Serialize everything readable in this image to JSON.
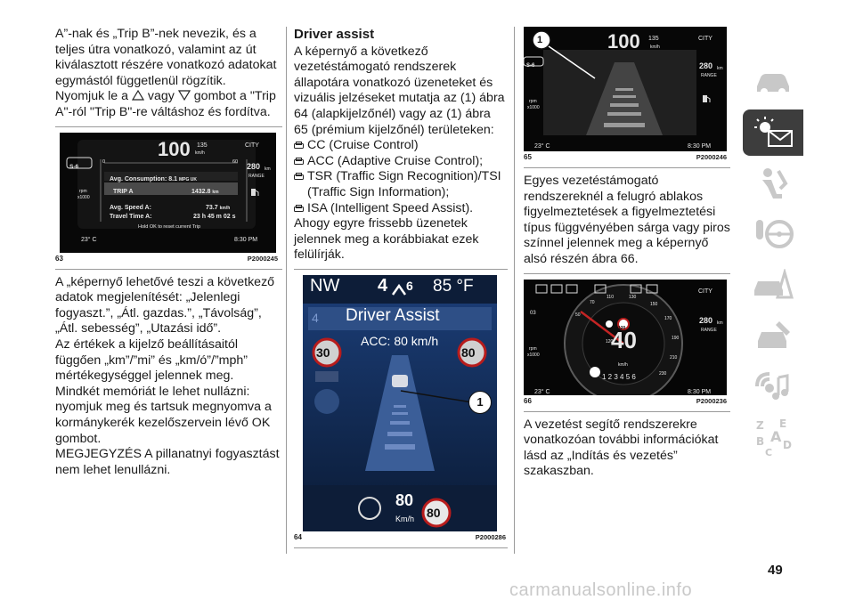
{
  "col1": {
    "para1": "A”-nak és „Trip B”-nek nevezik, és a teljes útra vonatkozó, valamint az út kiválasztott részére vonatkozó adatokat egymástól függetlenül rögzítik.",
    "para2_a": "Nyomjuk le a",
    "para2_b": "vagy",
    "para2_c": "gombot a \"Trip A\"-ról \"Trip B\"-re váltáshoz és fordítva.",
    "para3": "A „képernyő lehetővé teszi a következő adatok megjelenítését: „Jelenlegi fogyaszt.”, „Átl. gazdas.”, „Távolság”, „Átl. sebesség”, „Utazási idő”.",
    "para4": "Az értékek a kijelző beállításaitól függően „km”/”mi” és „km/ó”/”mph” mértékegységgel jelennek meg.",
    "para5": "Mindkét memóriát le lehet nullázni: nyomjuk meg és tartsuk megnyomva a kormánykerék kezelőszervein lévő OK gombot.",
    "para6": "MEGJEGYZÉS A pillanatnyi fogyasztást nem lehet lenullázni."
  },
  "fig63": {
    "num": "63",
    "code": "P2000245",
    "speed_limit": "135",
    "speed_unit_small": "km/h",
    "big_speed": "100",
    "city": "CITY",
    "gear_indicator": "S-6",
    "range_value": "280",
    "range_unit": "km",
    "range_label": "RANGE",
    "scale_min": "0",
    "scale_max": "60",
    "avg_consumption_label": "Avg. Consumption:",
    "avg_consumption_value": "8.1",
    "avg_consumption_unit": "MPG UK",
    "trip_label": "TRIP A",
    "trip_value": "1432.8",
    "trip_unit": "km",
    "avg_speed_label": "Avg. Speed A:",
    "avg_speed_value": "73.7",
    "avg_speed_unit": "km/h",
    "travel_time_label": "Travel Time A:",
    "travel_time_value": "23 h 45 m 02 s",
    "hold_text": "Hold OK to reset current Trip",
    "rpm_label": "rpm",
    "rpm_unit": "x1000",
    "temp": "23° C",
    "clock": "8:30 PM"
  },
  "col2": {
    "heading": "Driver assist",
    "para1": "A képernyő a következő vezetéstámogató rendszerek állapotára vonatkozó üzeneteket és vizuális jelzéseket mutatja az (1) ábra 64 (alapkijelzőnél) vagy az (1) ábra 65 (prémium kijelzőnél) területeken:",
    "bullets": [
      "CC (Cruise Control)",
      "ACC (Adaptive Cruise Control);",
      "TSR (Traffic Sign Recognition)/TSI (Traffic Sign Information);",
      "ISA (Intelligent Speed Assist)."
    ],
    "para2": "Ahogy egyre frissebb üzenetek jelennek meg a korábbiakat ezek felülírják."
  },
  "fig64": {
    "num": "64",
    "code": "P2000286",
    "heading_dir": "NW",
    "gear_number": "4",
    "gear_next": "6",
    "temperature": "85 °F",
    "gear_small": "4",
    "title": "Driver Assist",
    "acc_text": "ACC: 80 km/h",
    "limit_left": "30",
    "limit_right": "80",
    "bottom_speed": "80",
    "bottom_unit": "Km/h",
    "bottom_sign": "80",
    "callout": "1"
  },
  "fig65": {
    "num": "65",
    "code": "P2000246",
    "callout": "1",
    "speed_limit": "135",
    "speed_unit_small": "km/h",
    "big_speed": "100",
    "city": "CITY",
    "gear_indicator": "S-6",
    "range_value": "280",
    "range_unit": "km",
    "range_label": "RANGE",
    "rpm_label": "rpm",
    "rpm_unit": "x1000",
    "temp": "23° C",
    "clock": "8:30 PM"
  },
  "col3": {
    "para1": "Egyes vezetéstámogató rendszereknél a felugró ablakos figyelmeztetések a figyelmeztetési típus függvényében sárga vagy piros színnel jelennek meg a képernyő alsó részén ábra 66.",
    "para2": "A vezetést segítő rendszerekre vonatkozóan további információkat lásd az „Indítás és vezetés” szakaszban."
  },
  "fig66": {
    "num": "66",
    "code": "P2000236",
    "big_speed": "40",
    "speed_unit": "km/h",
    "city": "CITY",
    "sign_value": "120",
    "small_value": "120",
    "range_value": "280",
    "range_unit": "km",
    "range_label": "RANGE",
    "gear_left": "03",
    "rpm_label": "rpm",
    "rpm_unit": "x1000",
    "temp": "23° C",
    "clock": "8:30 PM",
    "gears": "1 2 3 4 5 6",
    "ticks": [
      "50",
      "70",
      "110",
      "130",
      "150",
      "170",
      "190",
      "210",
      "230"
    ]
  },
  "page": {
    "number": "49",
    "watermark": "carmanualsonline.info"
  },
  "colors": {
    "active_tab": "#3d3d3d",
    "screen_bg": "#0a0a0a",
    "accent_blue": "#3a56c9"
  },
  "icons": [
    "car-icon",
    "warning-light-mail-icon",
    "seat-airbag-icon",
    "steering-wheel-icon",
    "breakdown-icon",
    "tools-car-icon",
    "multimedia-icon",
    "index-letters-icon"
  ]
}
